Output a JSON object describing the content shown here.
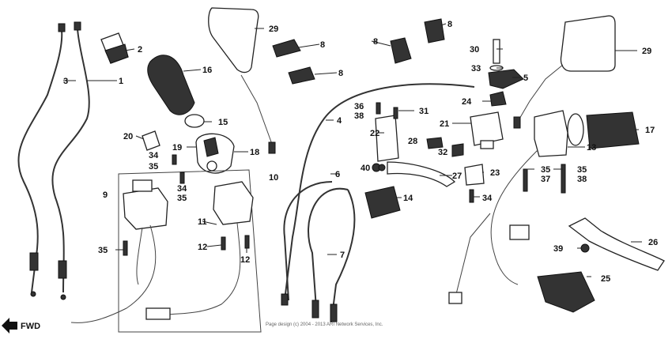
{
  "diagram": {
    "direction_label": "FWD",
    "copyright": "Page design (c) 2004 - 2013 ARI Network Services, Inc."
  },
  "callouts": {
    "c1": "1",
    "c2": "2",
    "c3": "3",
    "c4": "4",
    "c5": "5",
    "c6": "6",
    "c7": "7",
    "c8a": "8",
    "c8b": "8",
    "c8c": "8",
    "c8d": "8",
    "c9": "9",
    "c10": "10",
    "c11": "11",
    "c12a": "12",
    "c12b": "12",
    "c13": "13",
    "c14": "14",
    "c15": "15",
    "c16": "16",
    "c17": "17",
    "c18": "18",
    "c19": "19",
    "c20": "20",
    "c21": "21",
    "c22": "22",
    "c23": "23",
    "c24": "24",
    "c25": "25",
    "c26": "26",
    "c27": "27",
    "c28": "28",
    "c29a": "29",
    "c29b": "29",
    "c30": "30",
    "c31": "31",
    "c32": "32",
    "c33": "33",
    "c34a": "34",
    "c34b": "34",
    "c34c": "34",
    "c35a": "35",
    "c35b": "35",
    "c35c": "35",
    "c35d": "35",
    "c35e": "35",
    "c36": "36",
    "c37": "37",
    "c38a": "38",
    "c38b": "38",
    "c39": "39",
    "c40": "40"
  }
}
